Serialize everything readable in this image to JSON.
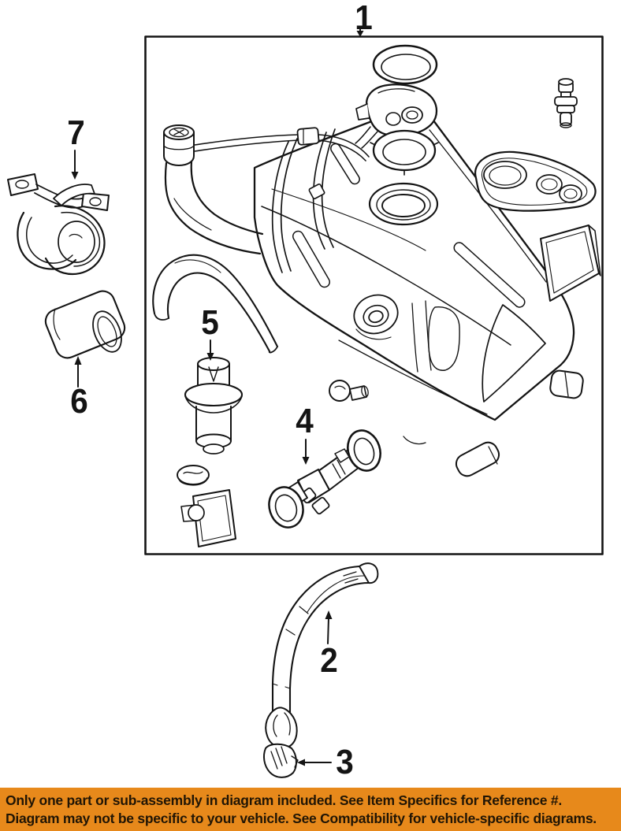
{
  "diagram": {
    "description": "Exploded parts diagram of a fuel tank assembly",
    "callouts": [
      {
        "label": "1"
      },
      {
        "label": "2"
      },
      {
        "label": "3"
      },
      {
        "label": "4"
      },
      {
        "label": "5"
      },
      {
        "label": "6"
      },
      {
        "label": "7"
      }
    ]
  },
  "banner": {
    "line1": "Only one part or sub-assembly in diagram included. See Item Specifics for Reference #.",
    "line2": "Diagram may not be specific to your vehicle. See Compatibility for vehicle-specific diagrams."
  },
  "colors": {
    "banner_background": "#E7891B",
    "banner_text": "#201505",
    "line_art": "#141414",
    "background": "#FFFFFF"
  }
}
